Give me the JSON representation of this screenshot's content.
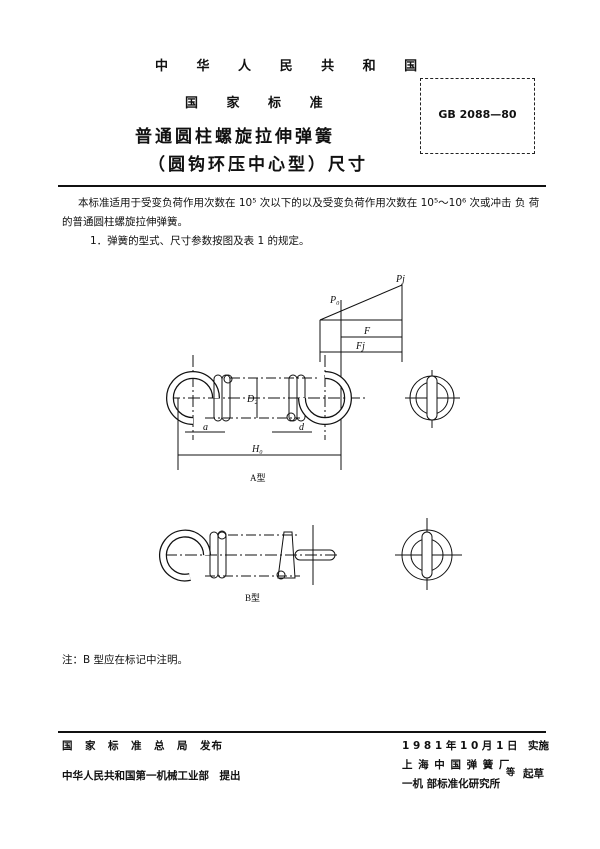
{
  "header": {
    "country": "中 华 人 民 共 和 国",
    "category": "国 家 标 准",
    "title": "普通圆柱螺旋拉伸弹簧",
    "subtitle": "（圆钩环压中心型）尺寸",
    "standard_number": "GB 2088—80"
  },
  "body": {
    "intro_line1": "本标准适用于受变负荷作用次数在 10⁵ 次以下的以及受变负荷作用次数在 10⁵～10⁶ 次或冲击 负 荷",
    "intro_line2": "的普通圆柱螺旋拉伸弹簧。",
    "clause1": "1．弹簧的型式、尺寸参数按图及表 1 的规定。",
    "note": "注：B 型应在标记中注明。"
  },
  "figure": {
    "labels": {
      "pj": "Pj",
      "p0": "P₀",
      "f": "F",
      "fj": "Fj",
      "d2": "D₂",
      "a": "a",
      "d": "d",
      "h0": "H₀"
    },
    "caption_a": "A型",
    "caption_b": "B型"
  },
  "footer": {
    "issuer": "国　家　标　准　总　局　发布",
    "proposer": "中华人民共和国第一机械工业部　提出",
    "effective": "1 9 8 1 年 1 0 月 1 日　实施",
    "drafter1": "上 海 中 国 弹 簧 厂",
    "drafter2": "一机 部标准化研究所",
    "drafter_suffix": "等",
    "drafter_action": "起草"
  }
}
